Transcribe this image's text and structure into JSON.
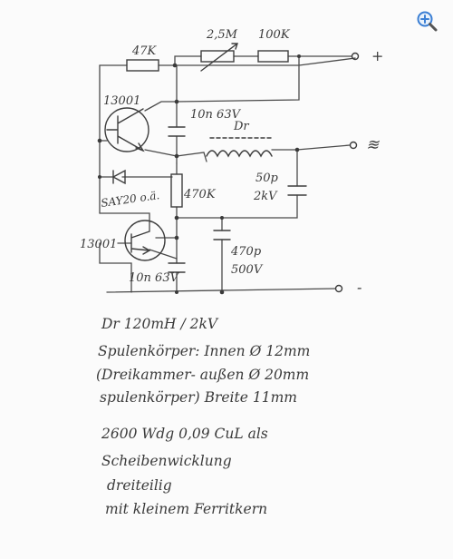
{
  "colors": {
    "ink": "#3a3a3a",
    "paper": "#fbfbfb",
    "zoom_lens": "#3b7fd4"
  },
  "icons": {
    "zoom": "magnifier-plus-icon"
  },
  "schematic": {
    "r_47k": "47K",
    "pot_2m5": "2,5M",
    "r_100k": "100K",
    "terminal_plus": "+",
    "terminal_out": "≋",
    "terminal_minus": "-",
    "t1": "13001",
    "t2": "13001",
    "c1": "10n 63V",
    "inductor": "Dr",
    "diode": "SAY20 o.ä.",
    "r_470k": "470K",
    "c_50p_a": "50p",
    "c_50p_b": "2kV",
    "c_470p_a": "470p",
    "c_470p_b": "500V",
    "c2": "10n 63V"
  },
  "notes": {
    "line1": "Dr  120mH / 2kV",
    "line2": "Spulenkörper: Innen Ø 12mm",
    "line3": "(Dreikammer-   außen Ø 20mm",
    "line4": "spulenkörper)  Breite   11mm",
    "line5": "2600 Wdg 0,09 CuL als",
    "line6": "Scheibenwicklung",
    "line7": "dreiteilig",
    "line8": "mit kleinem Ferritkern"
  }
}
